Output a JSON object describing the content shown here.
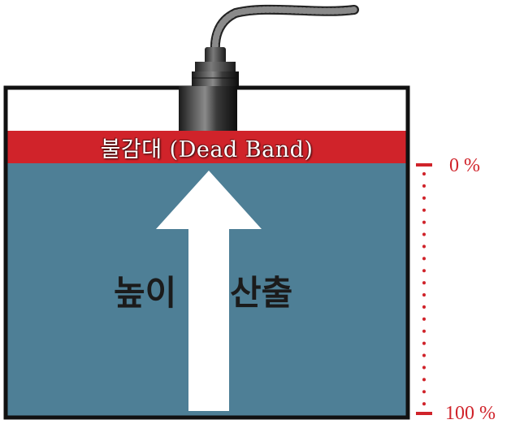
{
  "diagram": {
    "dead_band_label": "불감대 (Dead Band)",
    "measure_word_left": "높이",
    "measure_word_right": "산출",
    "scale_top_label": "0 %",
    "scale_bottom_label": "100 %"
  },
  "colors": {
    "liquid": "#4e7f96",
    "dead_band": "#d0232a",
    "tank_border": "#111111",
    "arrow": "#ffffff",
    "scale_red": "#d0232a"
  },
  "icons": {
    "sensor": "ultrasonic-level-sensor-icon",
    "arrow": "up-arrow-icon"
  }
}
